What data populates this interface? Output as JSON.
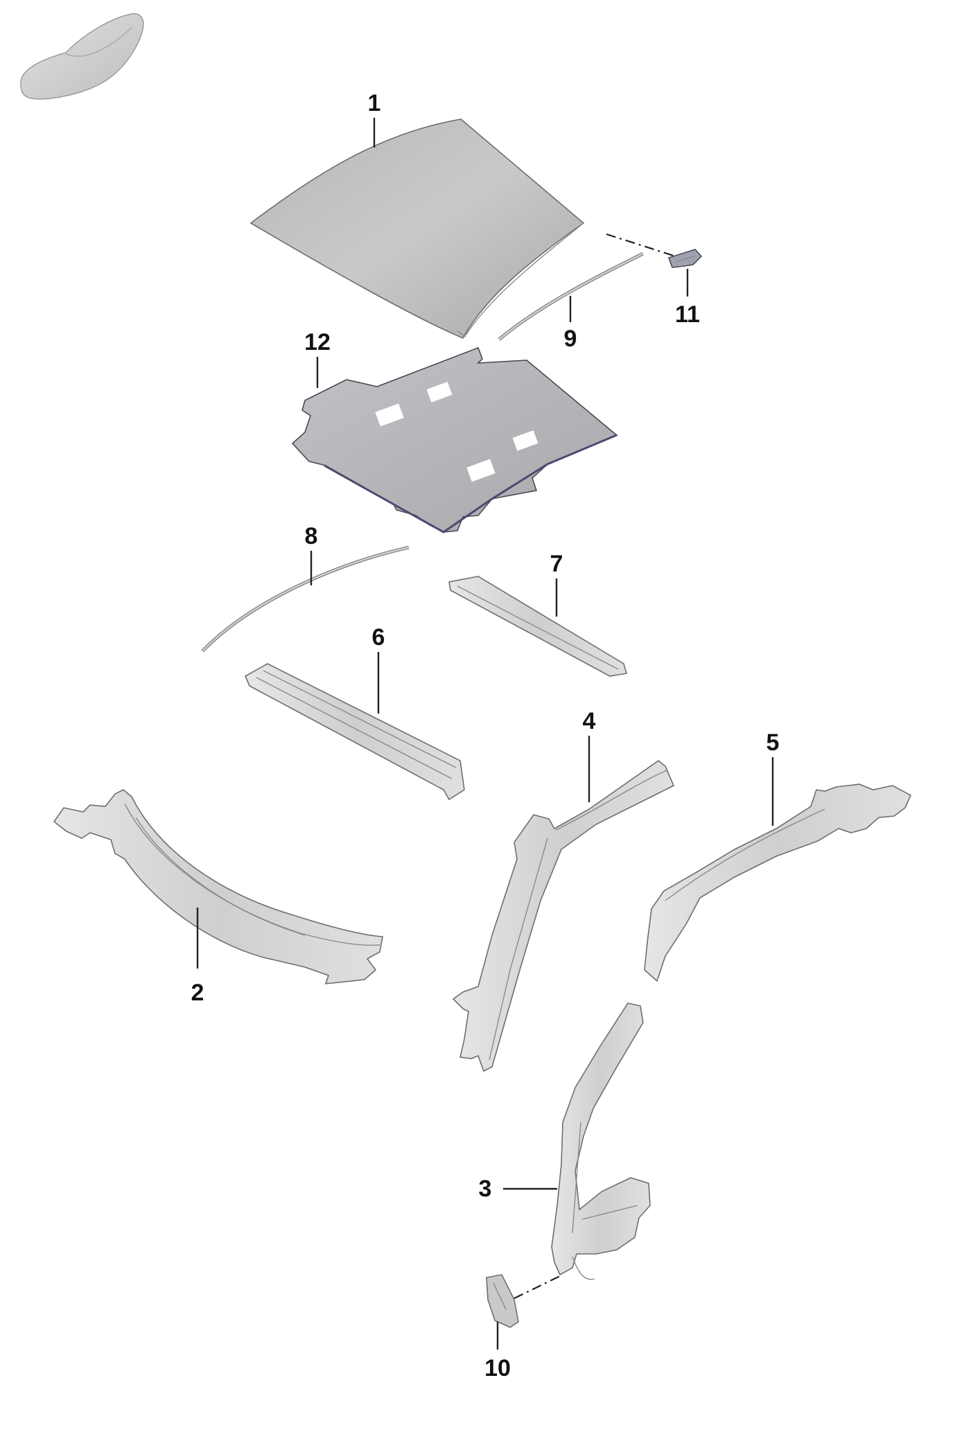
{
  "callouts": {
    "c1": "1",
    "c2": "2",
    "c3": "3",
    "c4": "4",
    "c5": "5",
    "c6": "6",
    "c7": "7",
    "c8": "8",
    "c9": "9",
    "c10": "10",
    "c11": "11",
    "c12": "12"
  },
  "colors": {
    "label": "#111111",
    "panel_fill": "#bdbdbd",
    "insulation_fill": "#b8b8bc",
    "frame_fill": "#d9d9d9",
    "vehicle_icon": "#cfcfcf"
  },
  "icons": {
    "vehicle_thumbnail": "car-silhouette-icon"
  }
}
